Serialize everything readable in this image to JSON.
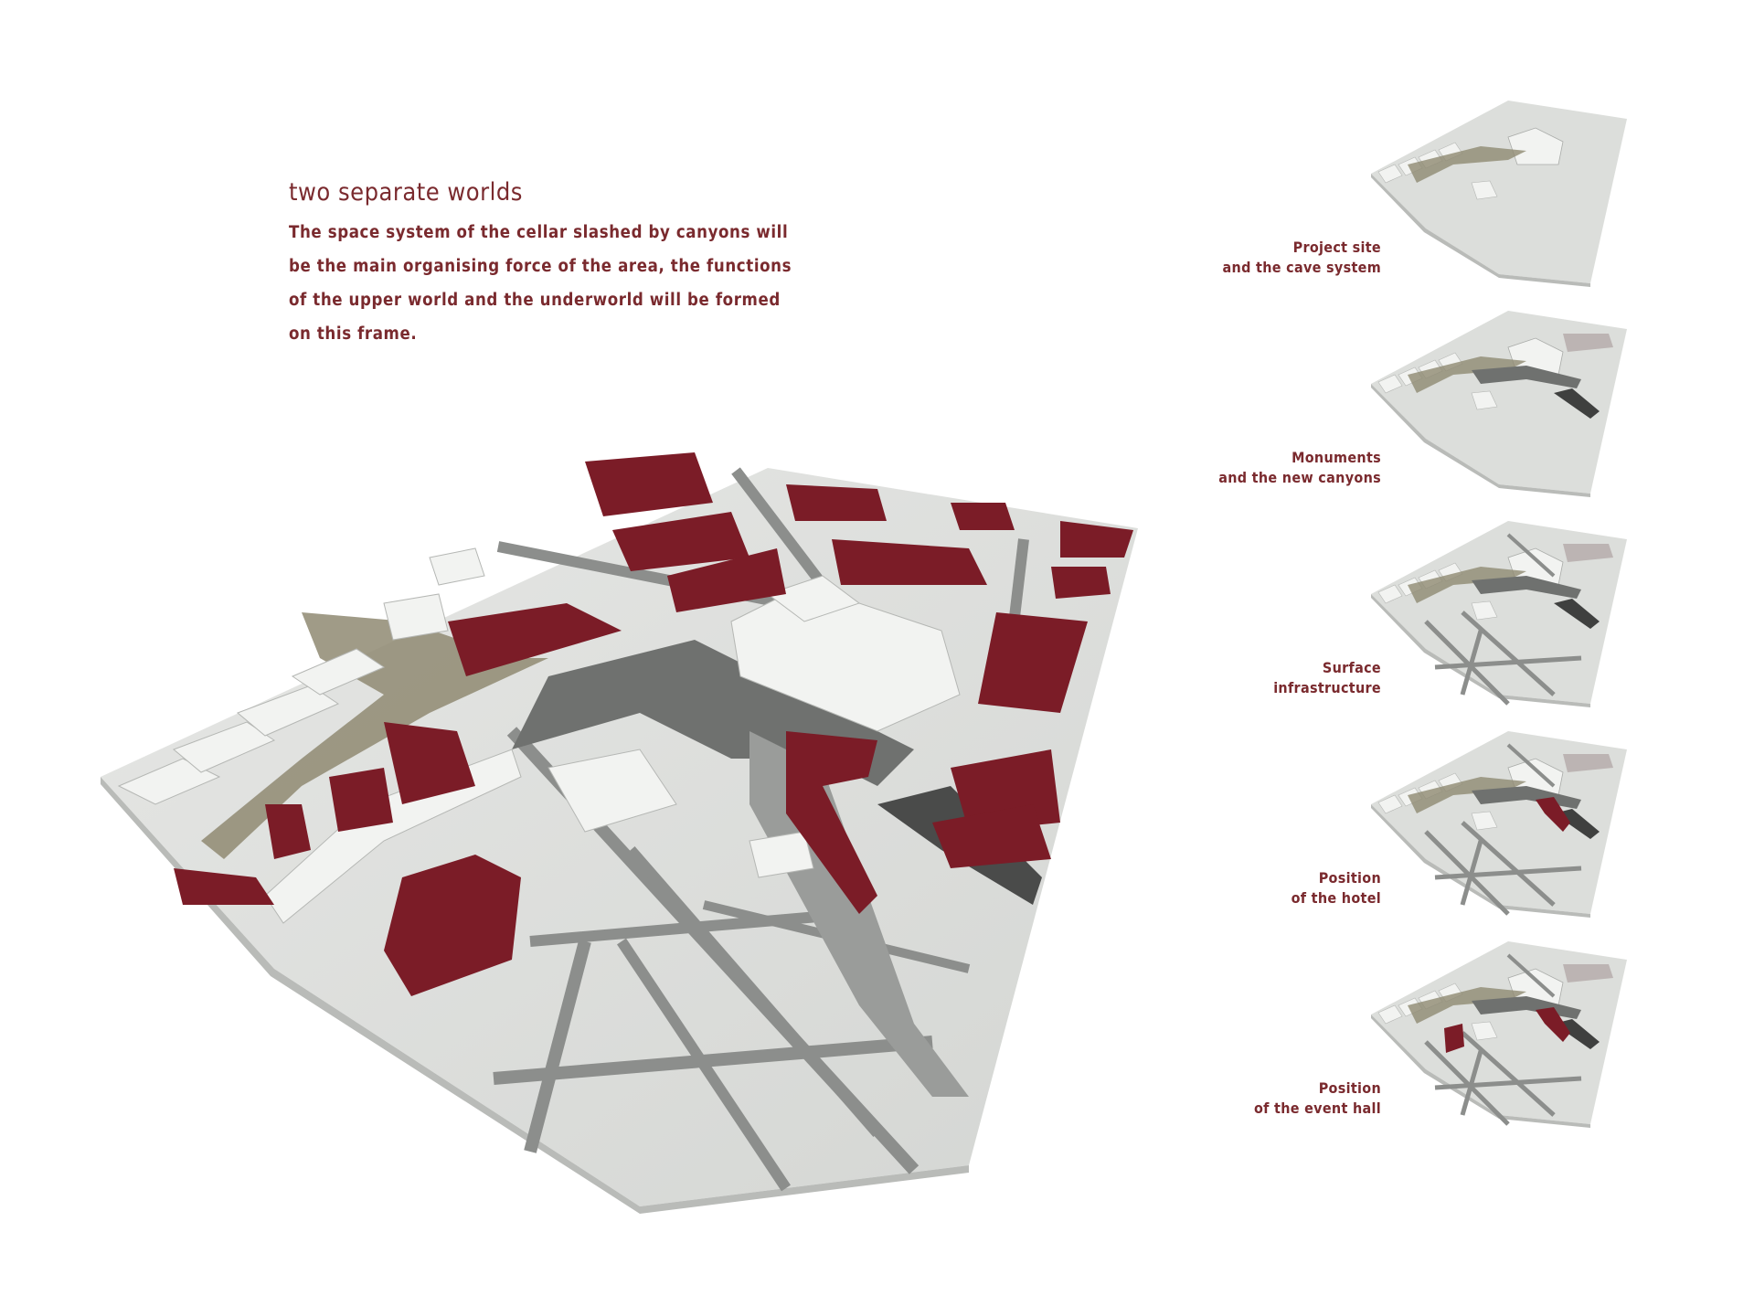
{
  "intro": {
    "title": "two separate worlds",
    "lines": [
      "The space system of the cellar slashed by canyons will",
      "be the main organising force of the area, the functions",
      "of the upper world and the underworld will be formed",
      "on this frame."
    ]
  },
  "steps": [
    {
      "line1": "Project site",
      "line2": "and the cave system",
      "show_canyons": false,
      "show_roads": false,
      "show_hotel": false,
      "show_hall": false
    },
    {
      "line1": "Monuments",
      "line2": "and the new canyons",
      "show_canyons": true,
      "show_roads": false,
      "show_hotel": false,
      "show_hall": false
    },
    {
      "line1": "Surface",
      "line2": "infrastructure",
      "show_canyons": true,
      "show_roads": true,
      "show_hotel": false,
      "show_hall": false
    },
    {
      "line1": "Position",
      "line2": "of the hotel",
      "show_canyons": true,
      "show_roads": true,
      "show_hotel": true,
      "show_hall": false
    },
    {
      "line1": "Position",
      "line2": "of the event hall",
      "show_canyons": true,
      "show_roads": true,
      "show_hotel": true,
      "show_hall": true
    }
  ],
  "colors": {
    "accent": "#7a2a2e",
    "building_red": "#7b1c27",
    "ground": "#dcdedb",
    "road": "#8c8e8c",
    "path_olive": "#8f8a72"
  }
}
